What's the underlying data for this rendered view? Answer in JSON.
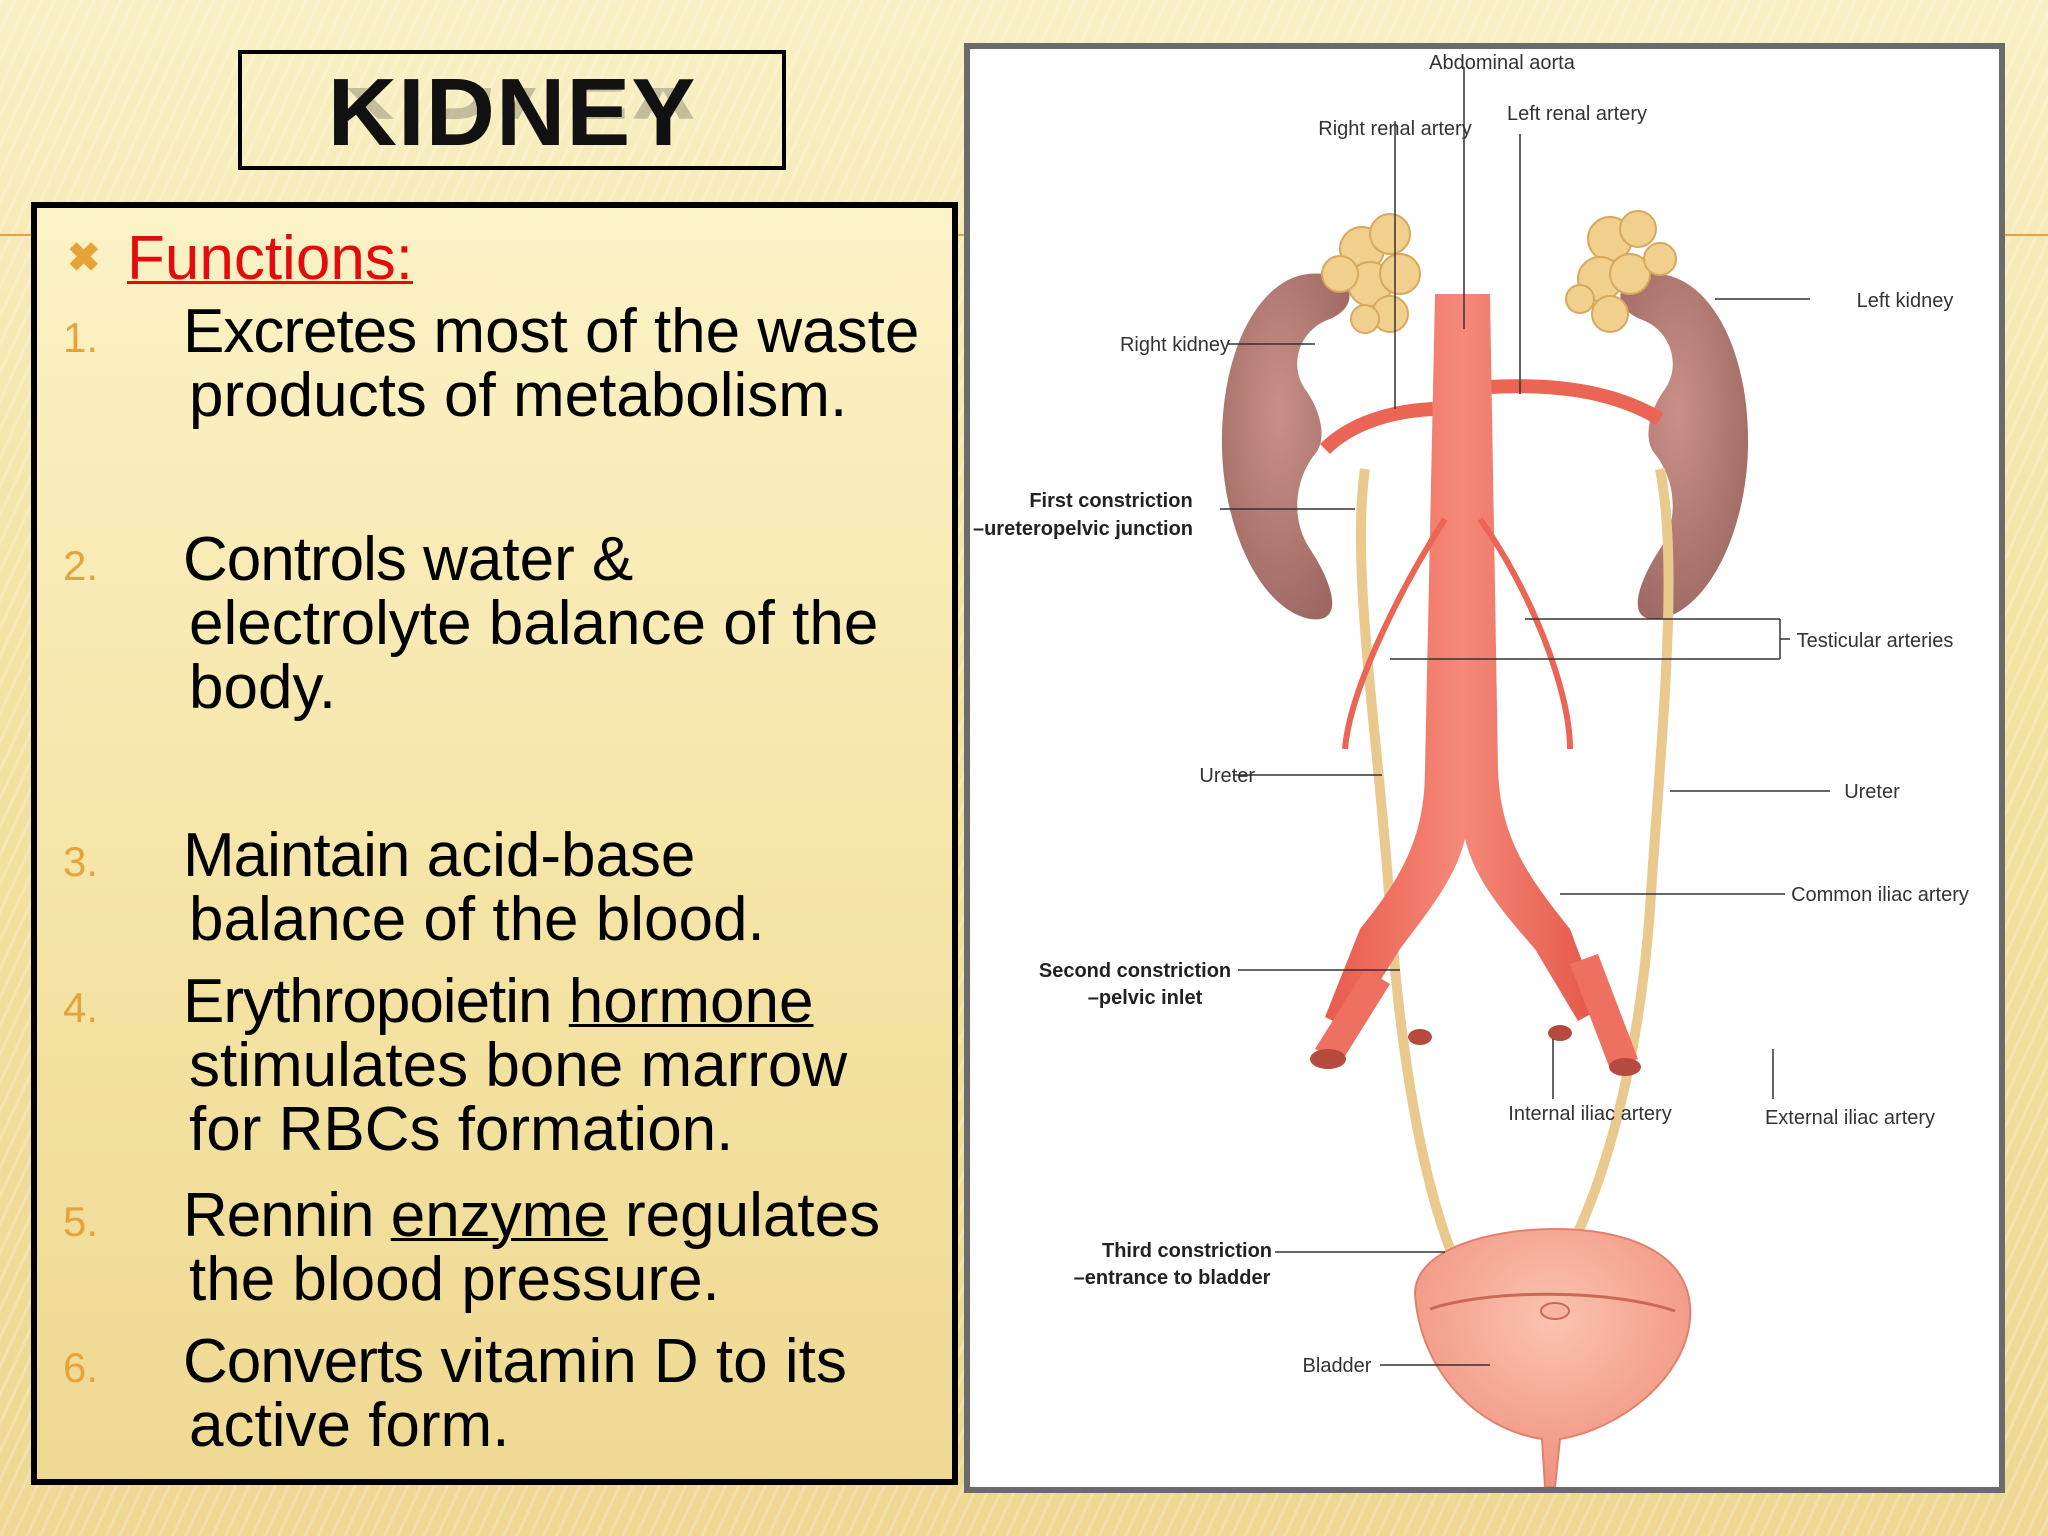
{
  "slide": {
    "title": "KIDNEY",
    "header": {
      "bullet_icon": "x-mark-icon",
      "label": "Functions:"
    },
    "items": [
      {
        "num": "1.",
        "lead": "Excretes",
        "line1": " most of the waste",
        "line2": "products of metabolism."
      },
      {
        "num": "2.",
        "lead": "Controls",
        "line1": " water &",
        "line2": "electrolyte balance of the",
        "line3": "body."
      },
      {
        "num": "3.",
        "lead": "Maintain",
        "line1": " acid-base",
        "line2": "balance of the blood."
      },
      {
        "num": "4.",
        "lead": "Erythropoietin",
        "line1_u": "hormone",
        "line2": "stimulates bone marrow",
        "line3": "for RBCs formation."
      },
      {
        "num": "5.",
        "lead": "Rennin",
        "line1_u": "enzyme",
        "line1_after": " regulates",
        "line2": "the blood pressure."
      },
      {
        "num": "6.",
        "lead": "Converts",
        "line1": " vitamin D to its",
        "line2": "active form."
      }
    ],
    "colors": {
      "accent": "#e6a33a",
      "header_red": "#e30c0c",
      "artery": "#ef6f5d",
      "kidney": "#b07a72",
      "adrenal": "#f1cf8c",
      "ureter": "#f0d6a3"
    }
  },
  "diagram": {
    "labels": {
      "abdominal_aorta": "Abdominal aorta",
      "right_renal_artery": "Right renal artery",
      "left_renal_artery": "Left renal artery",
      "left_kidney": "Left kidney",
      "right_kidney": "Right kidney",
      "first_constriction_1": "First constriction",
      "first_constriction_2": "–ureteropelvic junction",
      "testicular_arteries": "Testicular arteries",
      "ureter_left": "Ureter",
      "ureter_right": "Ureter",
      "common_iliac_artery": "Common iliac artery",
      "second_constriction_1": "Second constriction",
      "second_constriction_2": "–pelvic inlet",
      "internal_iliac_artery": "Internal iliac artery",
      "external_iliac_artery": "External iliac artery",
      "third_constriction_1": "Third constriction",
      "third_constriction_2": "–entrance to bladder",
      "bladder": "Bladder"
    }
  }
}
